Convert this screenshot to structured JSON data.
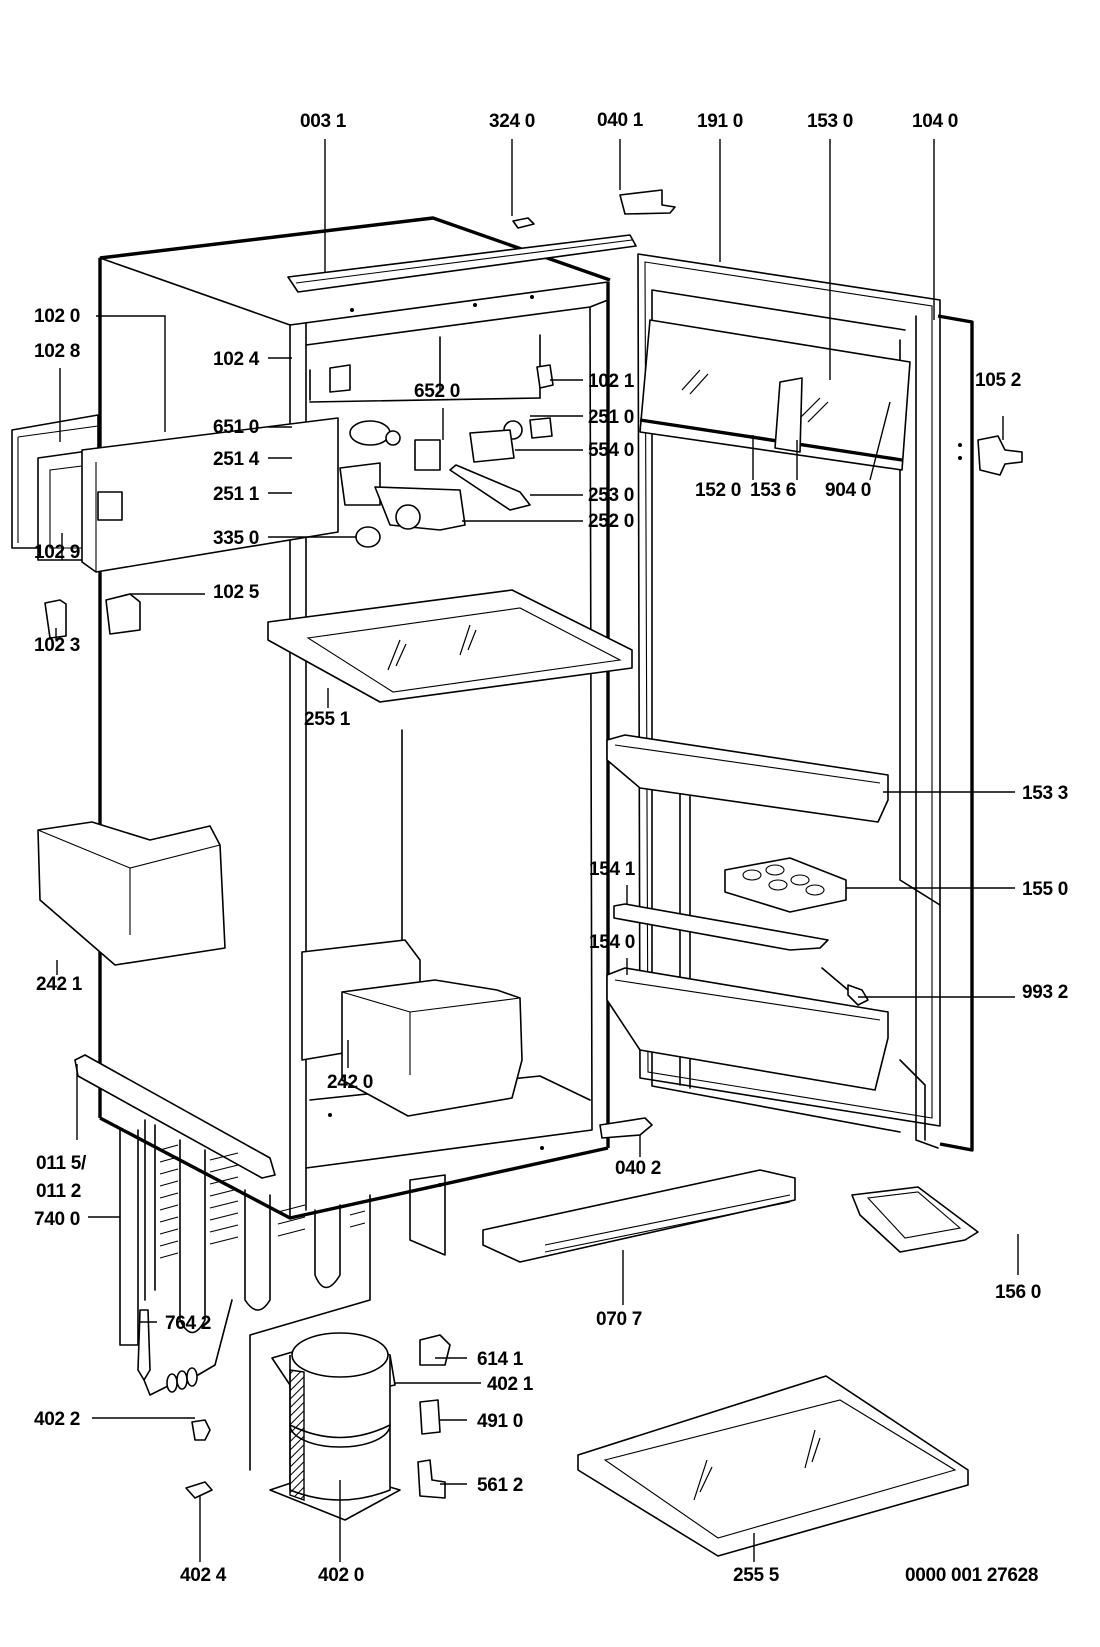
{
  "title": "Refrigerator exploded parts diagram",
  "document_number": "0000 001 27628",
  "colors": {
    "ink": "#000000",
    "paper": "#ffffff"
  },
  "labels": {
    "p0031": "003 1",
    "p3240": "324 0",
    "p0401": "040 1",
    "p1910": "191 0",
    "p1530": "153 0",
    "p1040": "104 0",
    "p1020": "102 0",
    "p1028": "102 8",
    "p1024": "102 4",
    "p6520": "652 0",
    "p1021": "102 1",
    "p2510": "251 0",
    "p6510": "651 0",
    "p2514": "251 4",
    "p5540": "554 0",
    "p2511": "251 1",
    "p2530": "253 0",
    "p2520": "252 0",
    "p3350": "335 0",
    "p1029": "102 9",
    "p1025": "102 5",
    "p1023": "102 3",
    "p1520": "152 0",
    "p1536": "153 6",
    "p9040": "904 0",
    "p1052": "105 2",
    "p2551": "255 1",
    "p1533": "153 3",
    "p1541": "154 1",
    "p1550": "155 0",
    "p1540": "154 0",
    "p9932": "993 2",
    "p2421": "242 1",
    "p2420": "242 0",
    "p0115": "011 5/",
    "p0112": "011 2",
    "p0402": "040 2",
    "p7400": "740 0",
    "p7642": "764 2",
    "p4021": "402 1",
    "p0707": "070 7",
    "p1560": "156 0",
    "p6141": "614 1",
    "p4022": "402 2",
    "p4910": "491 0",
    "p5612": "561 2",
    "p4024": "402 4",
    "p4020": "402 0",
    "p2555": "255 5"
  }
}
